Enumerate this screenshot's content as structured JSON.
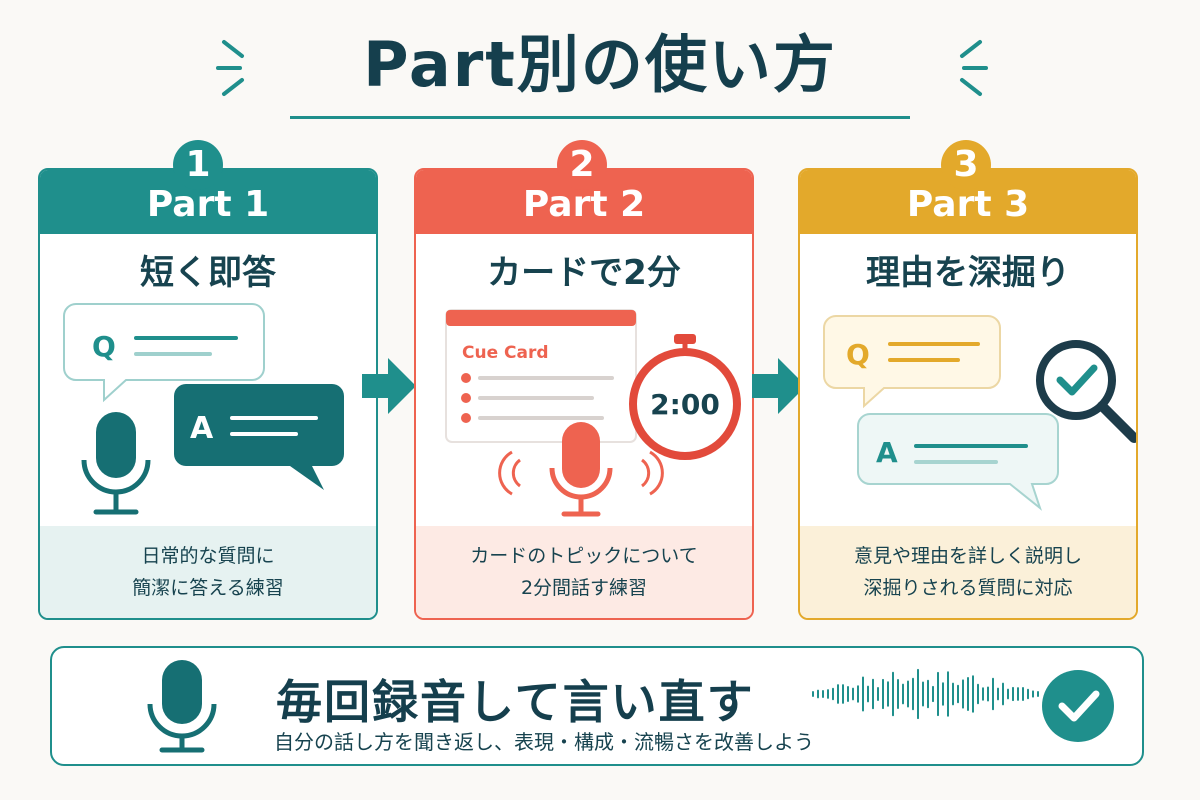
{
  "title": "Part別の使い方",
  "parts": [
    {
      "number": "1",
      "label": "Part 1",
      "heading": "短く即答",
      "illus": {
        "q": "Q",
        "a": "A"
      },
      "desc": [
        "日常的な質問に",
        "簡潔に答える練習"
      ],
      "color": "#1f8f8c"
    },
    {
      "number": "2",
      "label": "Part 2",
      "heading": "カードで2分",
      "illus": {
        "card_title": "Cue Card",
        "timer": "2:00"
      },
      "desc": [
        "カードのトピックについて",
        "2分間話す練習"
      ],
      "color": "#ee6350"
    },
    {
      "number": "3",
      "label": "Part 3",
      "heading": "理由を深掘り",
      "illus": {
        "q": "Q",
        "a": "A"
      },
      "desc": [
        "意見や理由を詳しく説明し",
        "深掘りされる質問に対応"
      ],
      "color": "#e3a92b"
    }
  ],
  "bottom": {
    "title": "毎回録音して言い直す",
    "subtitle": "自分の話し方を聞き返し、表現・構成・流暢さを改善しよう"
  },
  "icons": [
    "microphone-icon",
    "chat-bubble-icon",
    "cue-card-icon",
    "stopwatch-icon",
    "magnifier-check-icon",
    "sound-wave-icon",
    "check-circle-icon",
    "arrow-right-icon"
  ]
}
